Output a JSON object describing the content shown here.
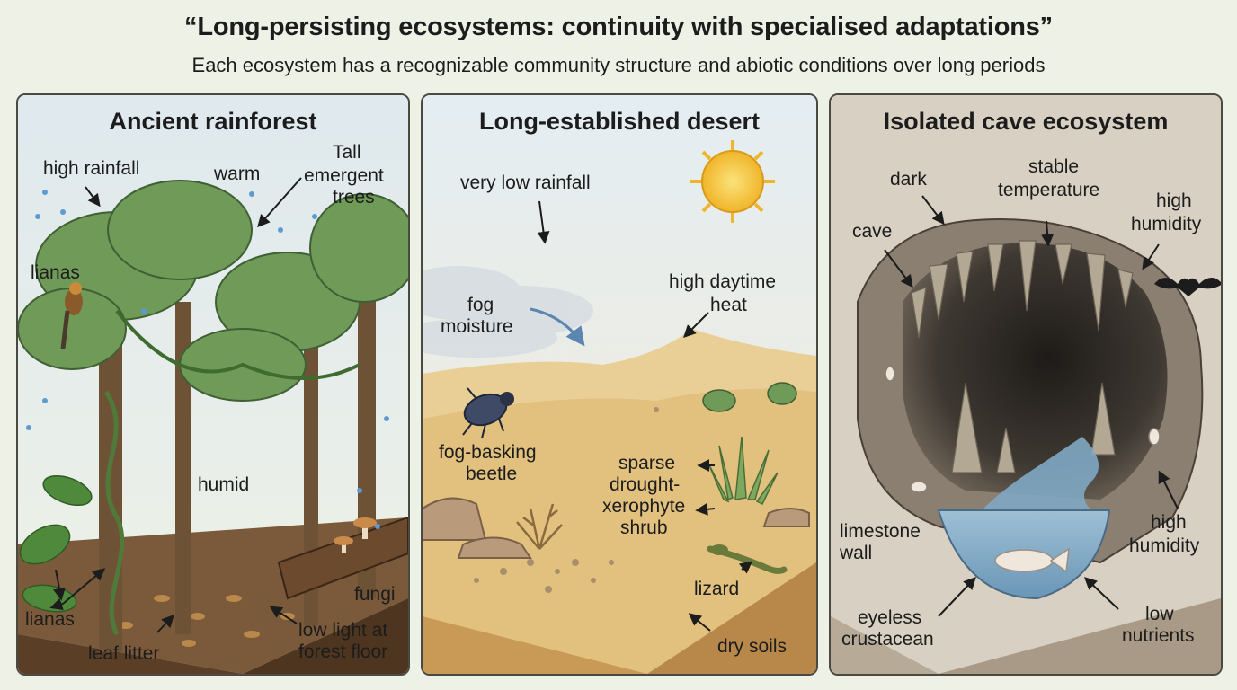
{
  "header": {
    "title": "“Long-persisting ecosystems: continuity with specialised adaptations”",
    "subtitle": "Each ecosystem has a recognizable community structure and abiotic conditions over long periods"
  },
  "panels": [
    {
      "title": "Ancient rainforest",
      "labels": {
        "high_rainfall": "high rainfall",
        "warm": "warm",
        "tall_trees_1": "Tall",
        "tall_trees_2": "emergent",
        "tall_trees_3": "trees",
        "lianas_top": "lianas",
        "humid": "humid",
        "fungi": "fungi",
        "lianas_bottom": "lianas",
        "leaf_litter": "leaf litter",
        "low_light_1": "low light at",
        "low_light_2": "forest floor"
      }
    },
    {
      "title": "Long-established desert",
      "labels": {
        "very_low_rainfall": "very low rainfall",
        "fog_1": "fog",
        "fog_2": "moisture",
        "heat_1": "high daytime",
        "heat_2": "heat",
        "beetle_1": "fog-basking",
        "beetle_2": "beetle",
        "shrub_1": "sparse",
        "shrub_2": "drought-",
        "shrub_3": "xerophyte",
        "shrub_4": "shrub",
        "lizard": "lizard",
        "dry_soils": "dry soils"
      }
    },
    {
      "title": "Isolated cave ecosystem",
      "labels": {
        "dark": "dark",
        "stable_1": "stable",
        "stable_2": "temperature",
        "humidity_top_1": "high",
        "humidity_top_2": "humidity",
        "cave": "cave",
        "limestone_1": "limestone",
        "limestone_2": "wall",
        "humidity_right_1": "high",
        "humidity_right_2": "humidity",
        "eyeless_1": "eyeless",
        "eyeless_2": "crustacean",
        "nutrients_1": "low",
        "nutrients_2": "nutrients"
      }
    }
  ],
  "colors": {
    "rainforest_sky": "#dbe7ec",
    "canopy": "#6f9a58",
    "soil": "#6b4a2e",
    "desert_sky": "#dfe9ee",
    "sand": "#e9cf95",
    "sun": "#f4c430",
    "cave_bg": "#d8d0c2",
    "rock": "#8a7f70",
    "water": "#7fa8c4"
  }
}
